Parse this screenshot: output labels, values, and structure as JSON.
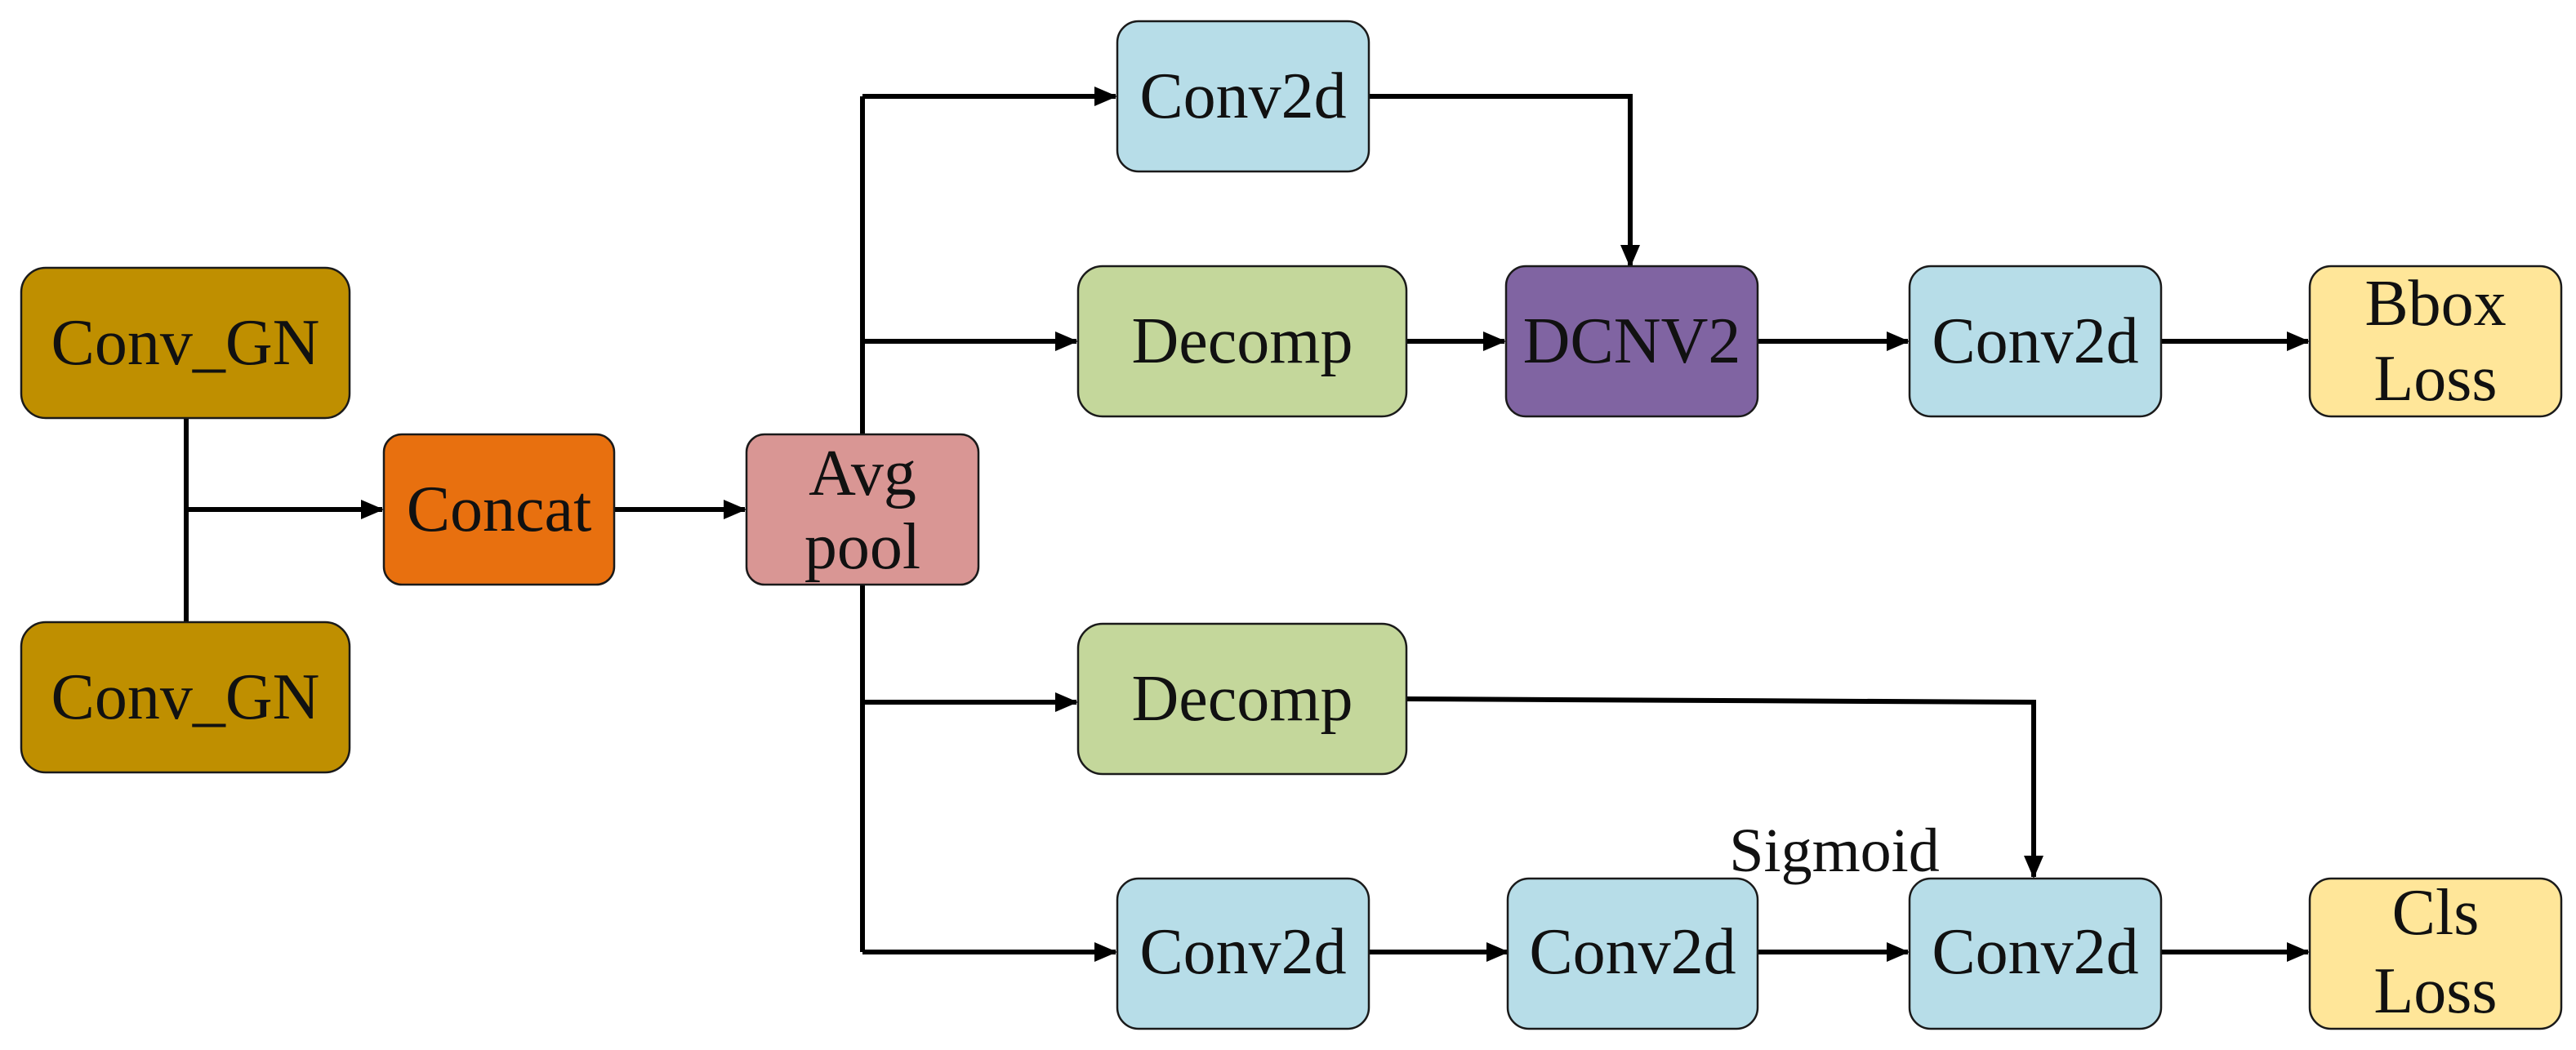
{
  "colors": {
    "conv_gn": "#bf8f00",
    "concat": "#e8700f",
    "avgpool": "#d99694",
    "conv2d": "#b7dde8",
    "decomp": "#c4d79b",
    "dcnv2": "#8064a2",
    "loss": "#ffe699",
    "line": "#000000"
  },
  "nodes": {
    "conv_gn_top": {
      "label": "Conv_GN",
      "icon": ""
    },
    "conv_gn_bottom": {
      "label": "Conv_GN"
    },
    "concat": {
      "label": "Concat"
    },
    "avgpool": {
      "line1": "Avg",
      "line2": "pool"
    },
    "conv2d_top": {
      "label": "Conv2d"
    },
    "decomp_top": {
      "label": "Decomp"
    },
    "dcnv2": {
      "label": "DCNV2"
    },
    "conv2d_reg": {
      "label": "Conv2d"
    },
    "bbox_loss": {
      "line1": "Bbox",
      "line2": "Loss"
    },
    "decomp_bottom": {
      "label": "Decomp"
    },
    "conv2d_cls1": {
      "label": "Conv2d"
    },
    "conv2d_cls2": {
      "label": "Conv2d"
    },
    "conv2d_cls3": {
      "label": "Conv2d"
    },
    "cls_loss": {
      "line1": "Cls",
      "line2": "Loss"
    }
  },
  "annotations": {
    "sigmoid": "Sigmoid"
  }
}
